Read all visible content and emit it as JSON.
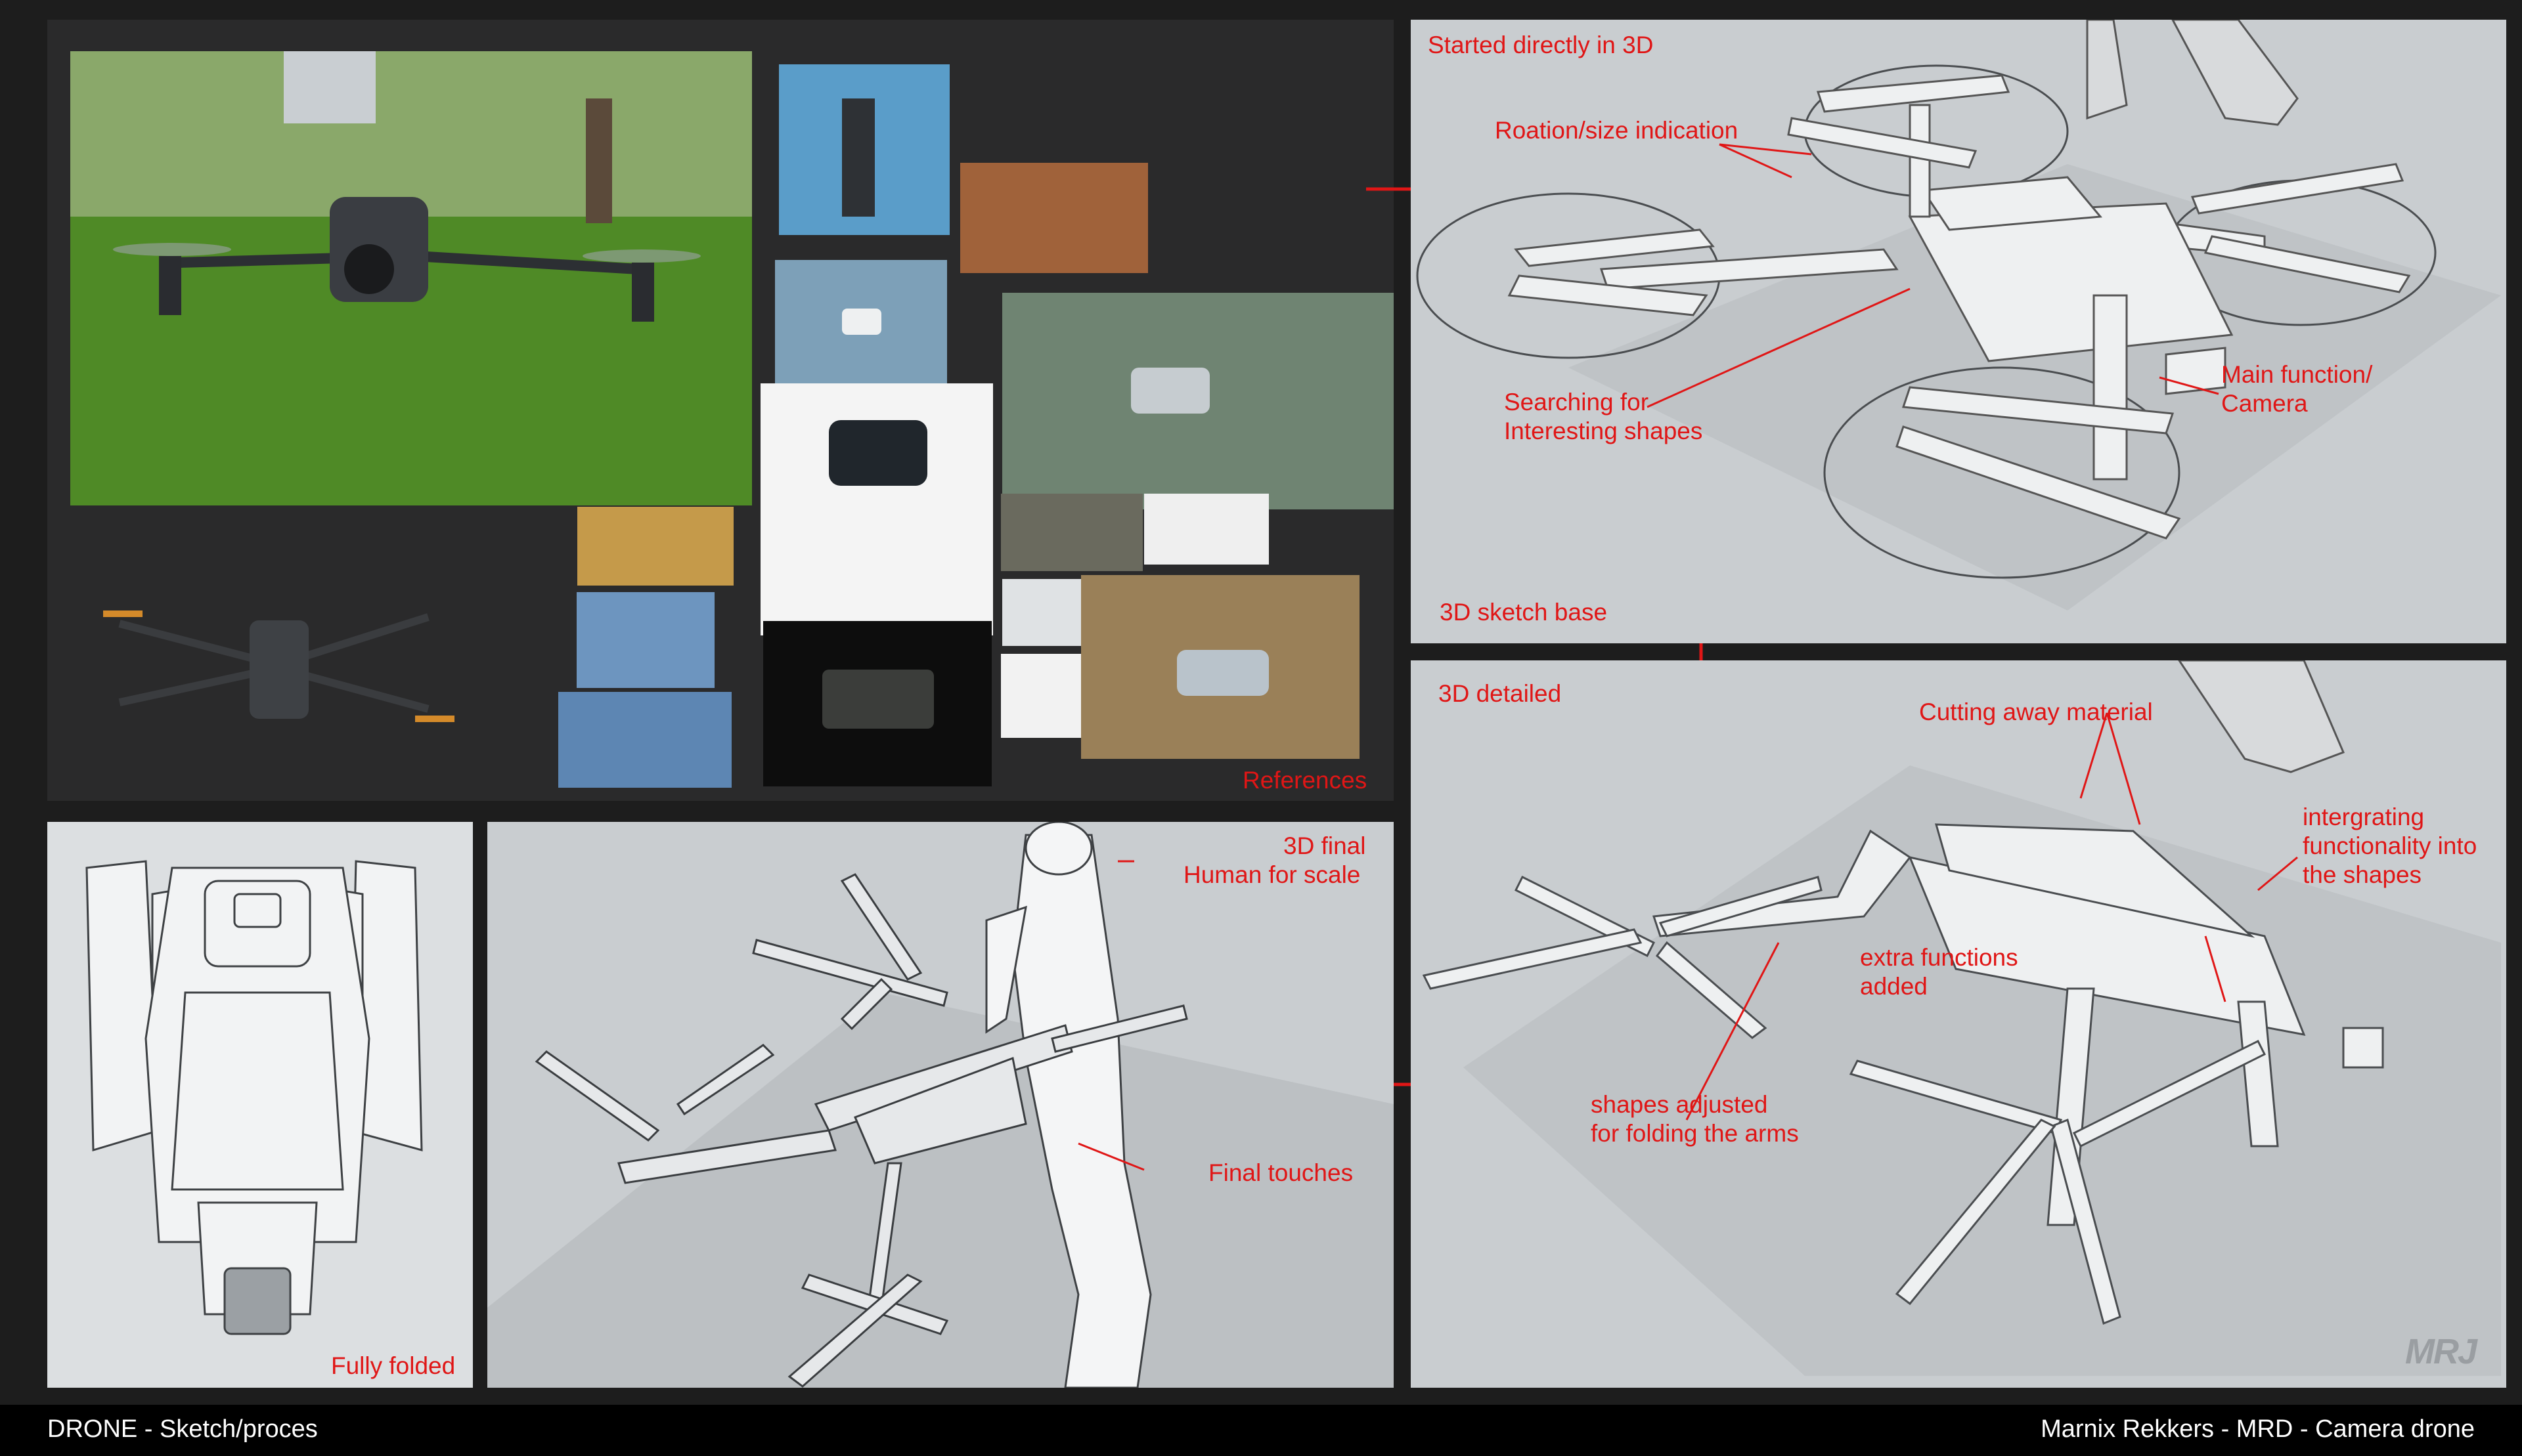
{
  "colors": {
    "annotation": "#e01616",
    "footer_text": "#ffffff",
    "page_background": "#1d1d1d",
    "viewport_background": "#c9cdd0"
  },
  "references": {
    "label": "References",
    "images": [
      "drone-photo-main-icon",
      "drone-topview-icon",
      "drone-photo-sky-icon",
      "drone-kits-photo-icon",
      "white-quadcopter-photo-icon",
      "mini-drone-photo-icon",
      "foldable-drone-kit-icon",
      "agri-drone-photo-icon",
      "hexacopter-photo-icon",
      "military-drone-render-icon",
      "camera-drone-field-photo-icon"
    ]
  },
  "sketch": {
    "title": "Started directly in 3D",
    "rotation_note": "Roation/size indication",
    "searching_note_line1": "Searching for",
    "searching_note_line2": "Interesting shapes",
    "main_function_line1": "Main function/",
    "main_function_line2": "Camera",
    "base_label": "3D sketch base"
  },
  "detailed": {
    "title": "3D detailed",
    "cutting_note": "Cutting away material",
    "integrating_line1": "intergrating",
    "integrating_line2": "functionality into",
    "integrating_line3": "the shapes",
    "extra_line1": "extra functions",
    "extra_line2": "added",
    "shapes_line1": "shapes adjusted",
    "shapes_line2": "for folding the arms",
    "watermark": "MRJ"
  },
  "final": {
    "title": "3D final",
    "human_note": "Human for scale",
    "touches_note": "Final touches"
  },
  "folded": {
    "label": "Fully folded"
  },
  "footer": {
    "left": "DRONE - Sketch/proces",
    "right": "Marnix Rekkers - MRD - Camera drone"
  }
}
